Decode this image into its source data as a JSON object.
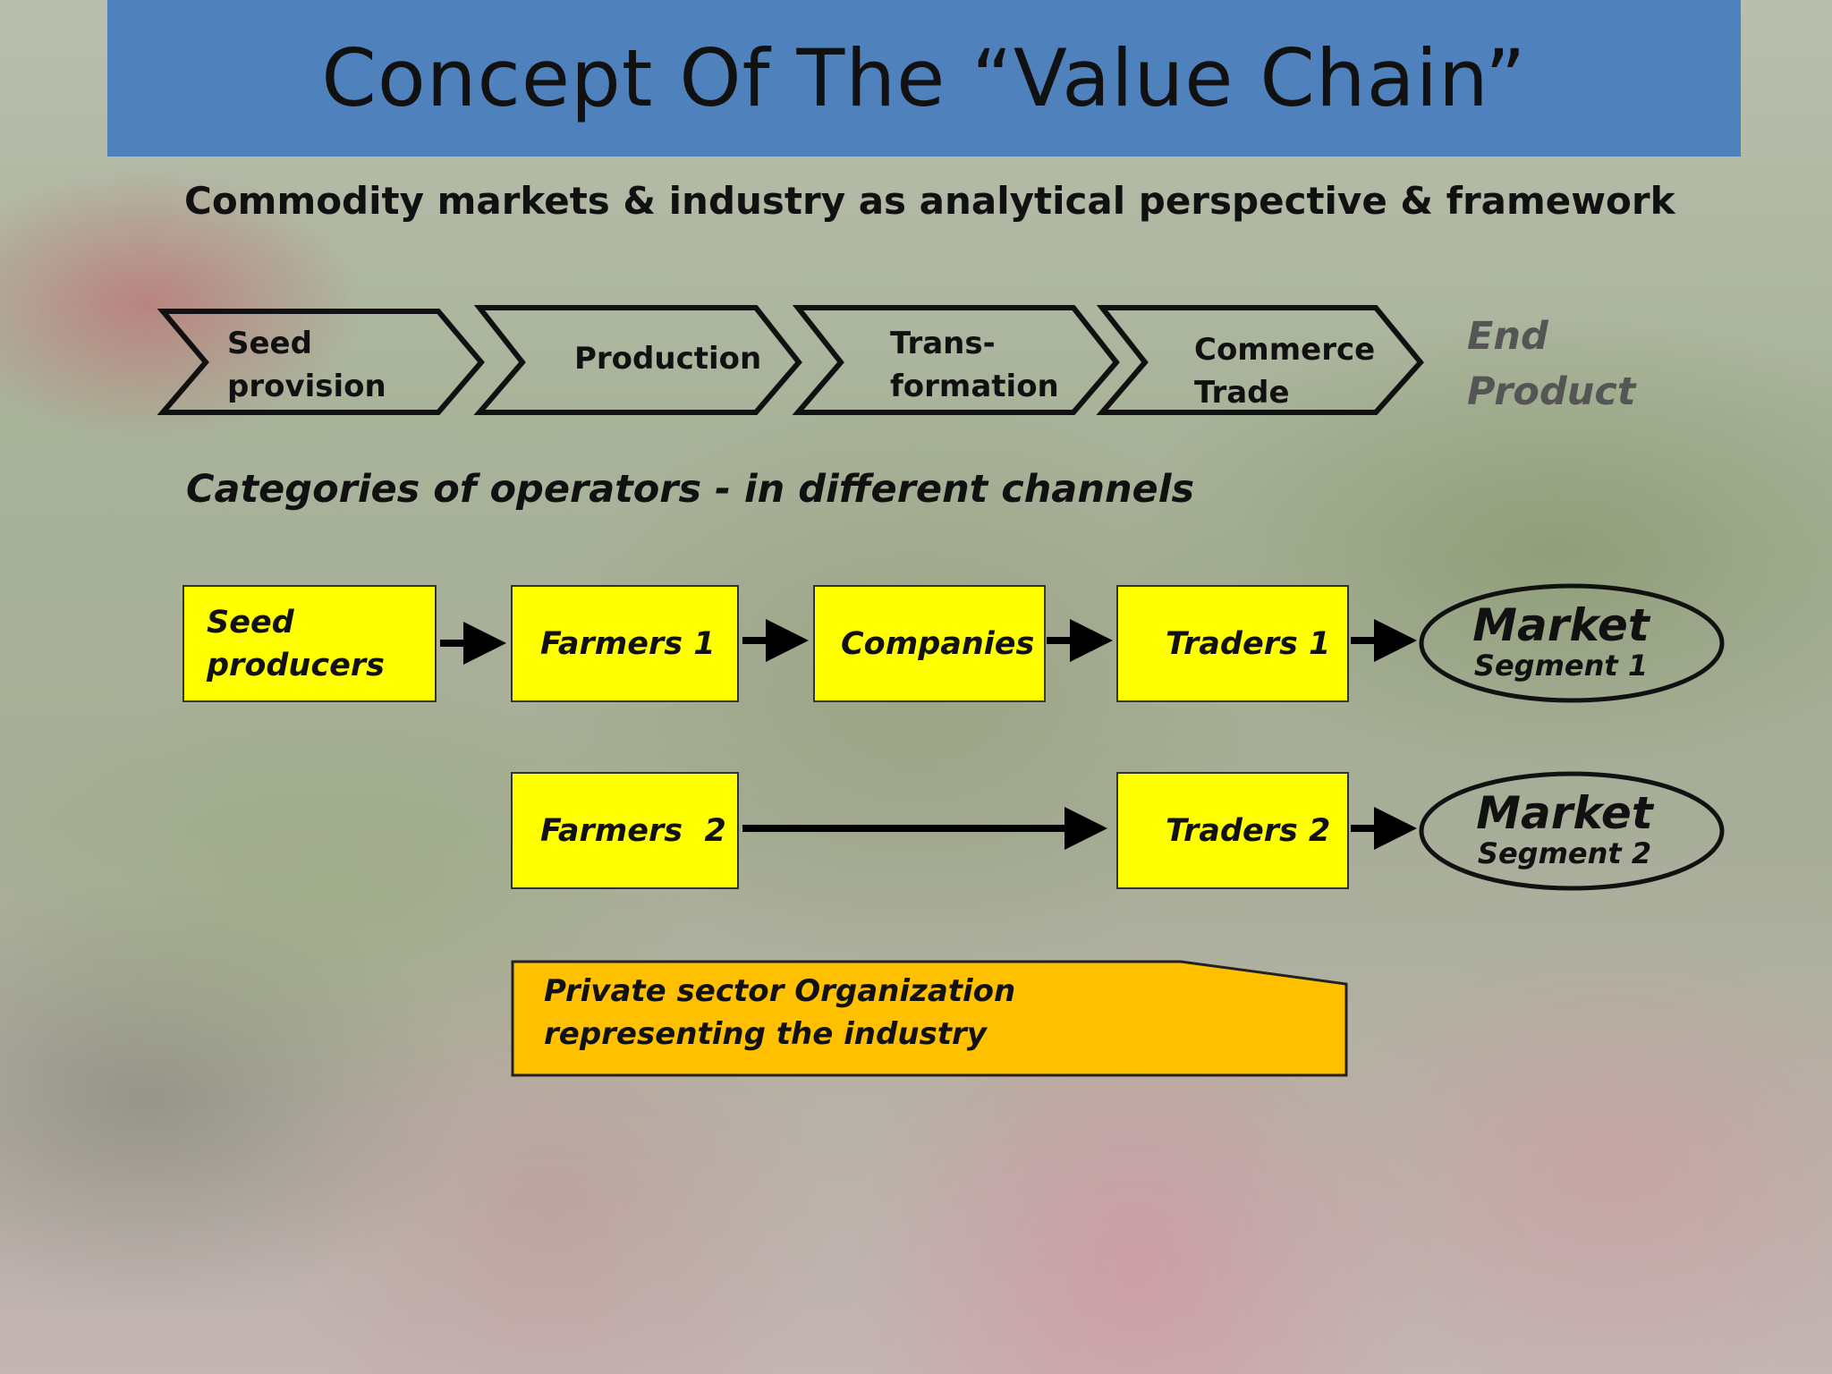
{
  "title": "Concept Of The “Value Chain”",
  "subtitle": "Commodity markets & industry as analytical perspective & framework",
  "chain_stages": [
    {
      "line1": "Seed",
      "line2": "provision"
    },
    {
      "line1": "Production",
      "line2": ""
    },
    {
      "line1": "Trans-",
      "line2": "formation"
    },
    {
      "line1": "Commerce",
      "line2": "Trade"
    }
  ],
  "end_product": {
    "line1": "End",
    "line2": "Product"
  },
  "section_heading": "Categories of operators - in different channels",
  "channel1": {
    "boxes": [
      {
        "line1": "Seed",
        "line2": "producers"
      },
      {
        "line1": "Farmers 1",
        "line2": ""
      },
      {
        "line1": "Companies",
        "line2": ""
      },
      {
        "line1": "Traders 1",
        "line2": ""
      }
    ],
    "market": {
      "label": "Market",
      "segment": "Segment 1"
    }
  },
  "channel2": {
    "boxes": [
      {
        "line1": "Farmers  2",
        "line2": ""
      },
      {
        "line1": "Traders 2",
        "line2": ""
      }
    ],
    "market": {
      "label": "Market",
      "segment": "Segment 2"
    }
  },
  "organization": {
    "line1": "Private sector Organization",
    "line2": "representing the industry"
  },
  "colors": {
    "title_bar": "#4f81bd",
    "operator_box": "#ffff00",
    "organization_box": "#ffc000"
  }
}
